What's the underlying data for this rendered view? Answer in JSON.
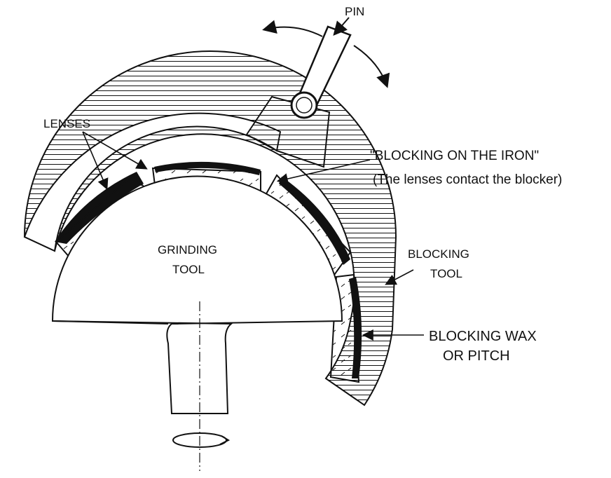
{
  "labels": {
    "pin": "PIN",
    "lenses": "LENSES",
    "blocking_iron_title": "\"BLOCKING ON THE  IRON\"",
    "blocking_iron_note": "(The lenses contact the blocker)",
    "grinding_tool_1": "GRINDING",
    "grinding_tool_2": "TOOL",
    "blocking_tool_1": "BLOCKING",
    "blocking_tool_2": "TOOL",
    "wax_1": "BLOCKING WAX",
    "wax_2": "OR PITCH"
  },
  "colors": {
    "ink": "#111111",
    "paper": "#ffffff"
  }
}
